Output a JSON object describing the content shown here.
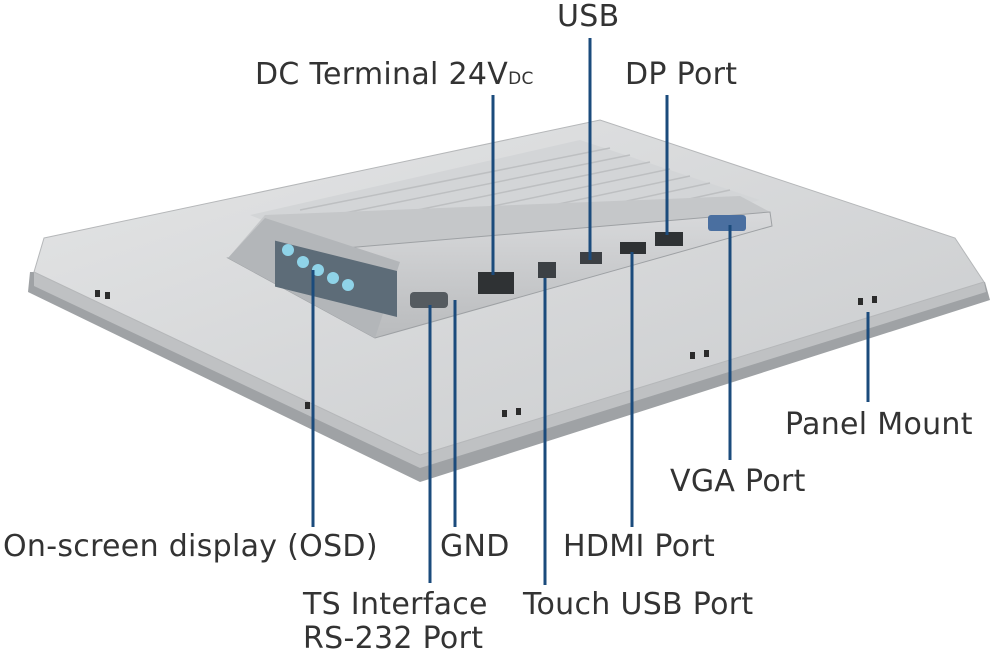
{
  "labels": {
    "usb": "USB",
    "dc_terminal": "DC Terminal 24V",
    "dc_terminal_sub": "DC",
    "dp_port": "DP Port",
    "panel_mount": "Panel Mount",
    "vga_port": "VGA Port",
    "hdmi_port": "HDMI Port",
    "osd": "On-screen display (OSD)",
    "gnd": "GND",
    "ts_interface_line1": "TS Interface",
    "ts_interface_line2": "RS-232 Port",
    "touch_usb_port": "Touch USB Port"
  },
  "colors": {
    "leader_line": "#1b4b7c",
    "label_text": "#333333",
    "panel": "#cfd1d3",
    "bezel": "#a9acaf"
  }
}
